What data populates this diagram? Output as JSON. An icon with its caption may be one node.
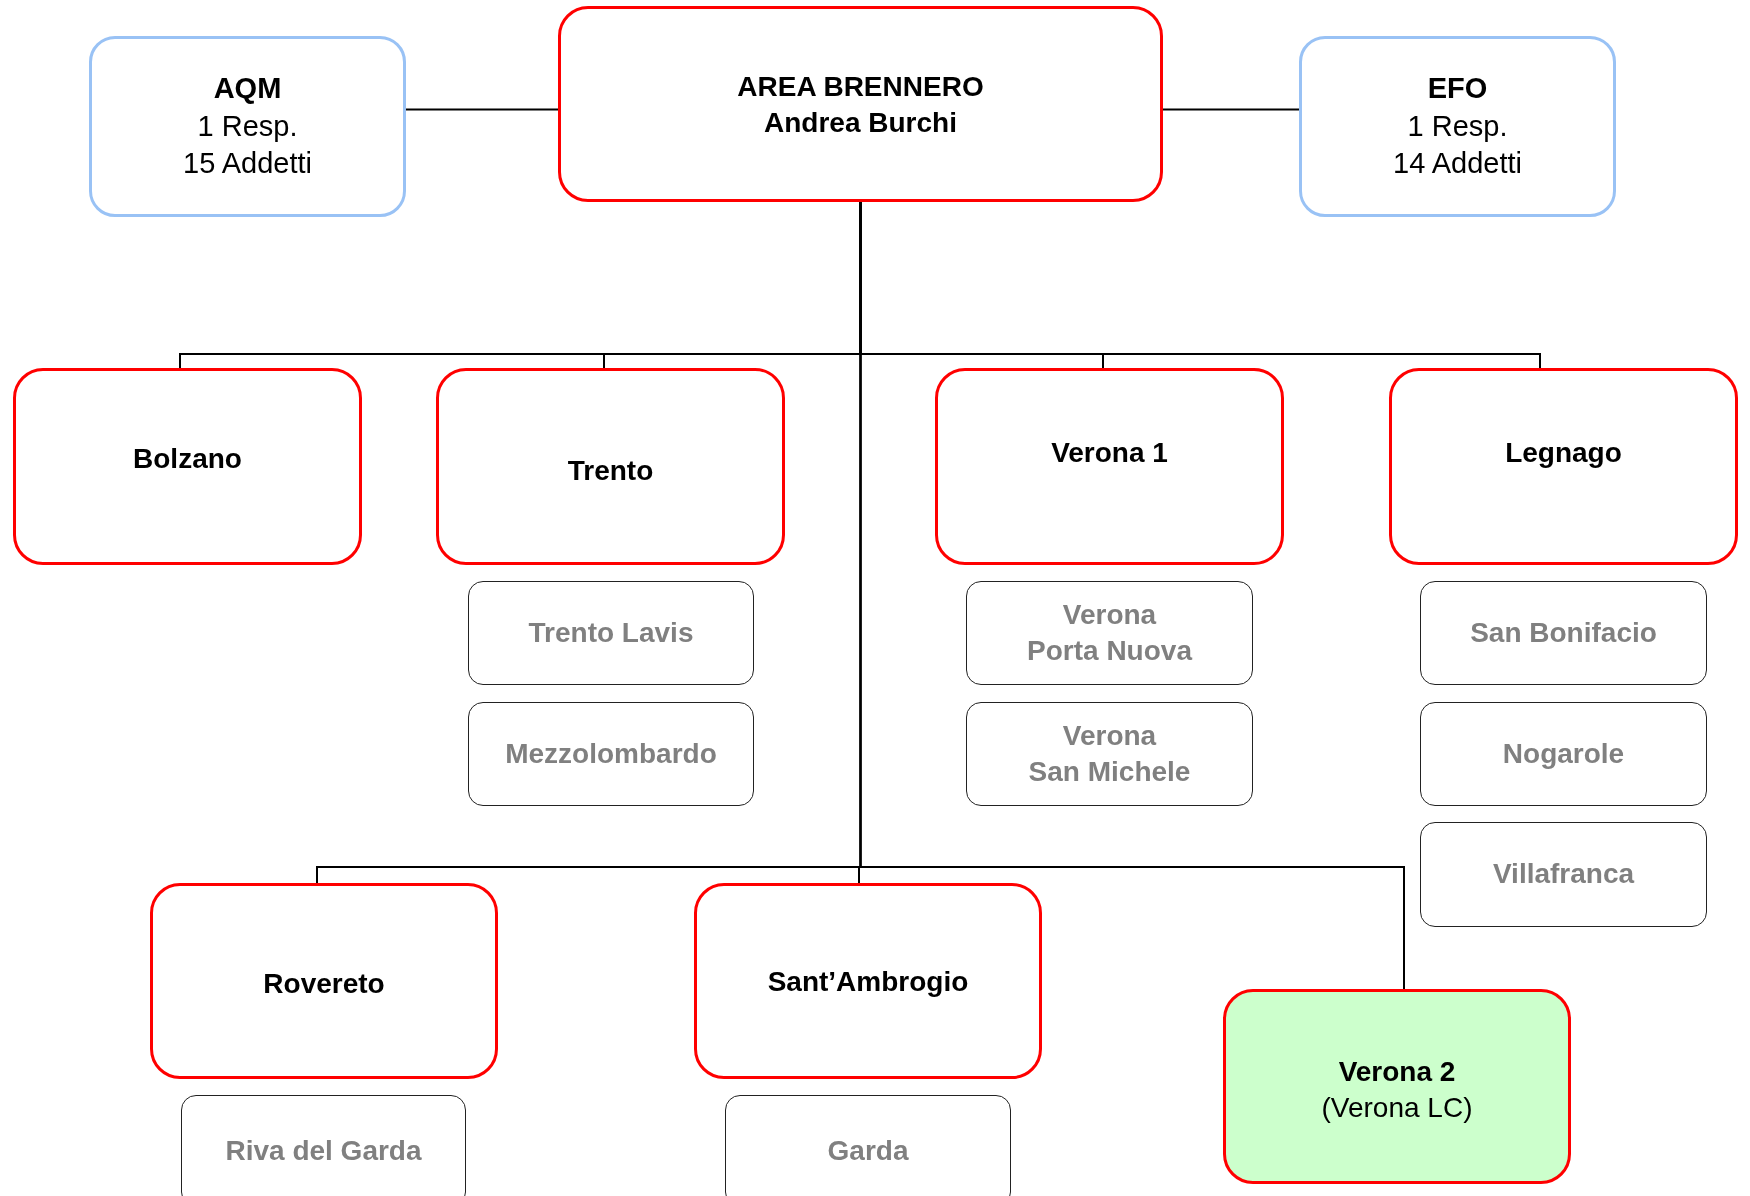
{
  "diagram": {
    "nodes": [
      {
        "text": [
          "AQM",
          "1 Resp.",
          "15 Addetti"
        ]
      },
      {
        "text": [
          "AREA BRENNERO",
          "Andrea Burchi"
        ]
      },
      {
        "text": [
          "EFO",
          "1 Resp.",
          "14 Addetti"
        ]
      },
      {
        "text": [
          "Bolzano"
        ]
      },
      {
        "text": [
          "Trento"
        ]
      },
      {
        "text": [
          "Verona 1"
        ]
      },
      {
        "text": [
          "Legnago"
        ]
      },
      {
        "text": [
          "Trento Lavis"
        ]
      },
      {
        "text": [
          "Verona",
          "Porta Nuova"
        ]
      },
      {
        "text": [
          "San Bonifacio"
        ]
      },
      {
        "text": [
          "Mezzolombardo"
        ]
      },
      {
        "text": [
          "Verona",
          "San Michele"
        ]
      },
      {
        "text": [
          "Nogarole"
        ]
      },
      {
        "text": [
          "Villafranca"
        ]
      },
      {
        "text": [
          "Rovereto"
        ]
      },
      {
        "text": [
          "Sant’Ambrogio"
        ]
      },
      {
        "text": [
          "Verona 2",
          "(Verona LC)"
        ]
      },
      {
        "text": [
          "Riva del Garda"
        ]
      },
      {
        "text": [
          "Garda"
        ]
      }
    ],
    "edges": [
      {
        "from": 0,
        "to": 1,
        "arrow": "none"
      },
      {
        "from": 1,
        "to": 2,
        "arrow": "none"
      },
      {
        "from": 1,
        "to": 3,
        "arrow": "none"
      },
      {
        "from": 1,
        "to": 4,
        "arrow": "none"
      },
      {
        "from": 1,
        "to": 5,
        "arrow": "none"
      },
      {
        "from": 1,
        "to": 6,
        "arrow": "none"
      },
      {
        "from": 1,
        "to": 14,
        "arrow": "none"
      },
      {
        "from": 1,
        "to": 15,
        "arrow": "none"
      },
      {
        "from": 1,
        "to": 16,
        "arrow": "none"
      }
    ]
  }
}
